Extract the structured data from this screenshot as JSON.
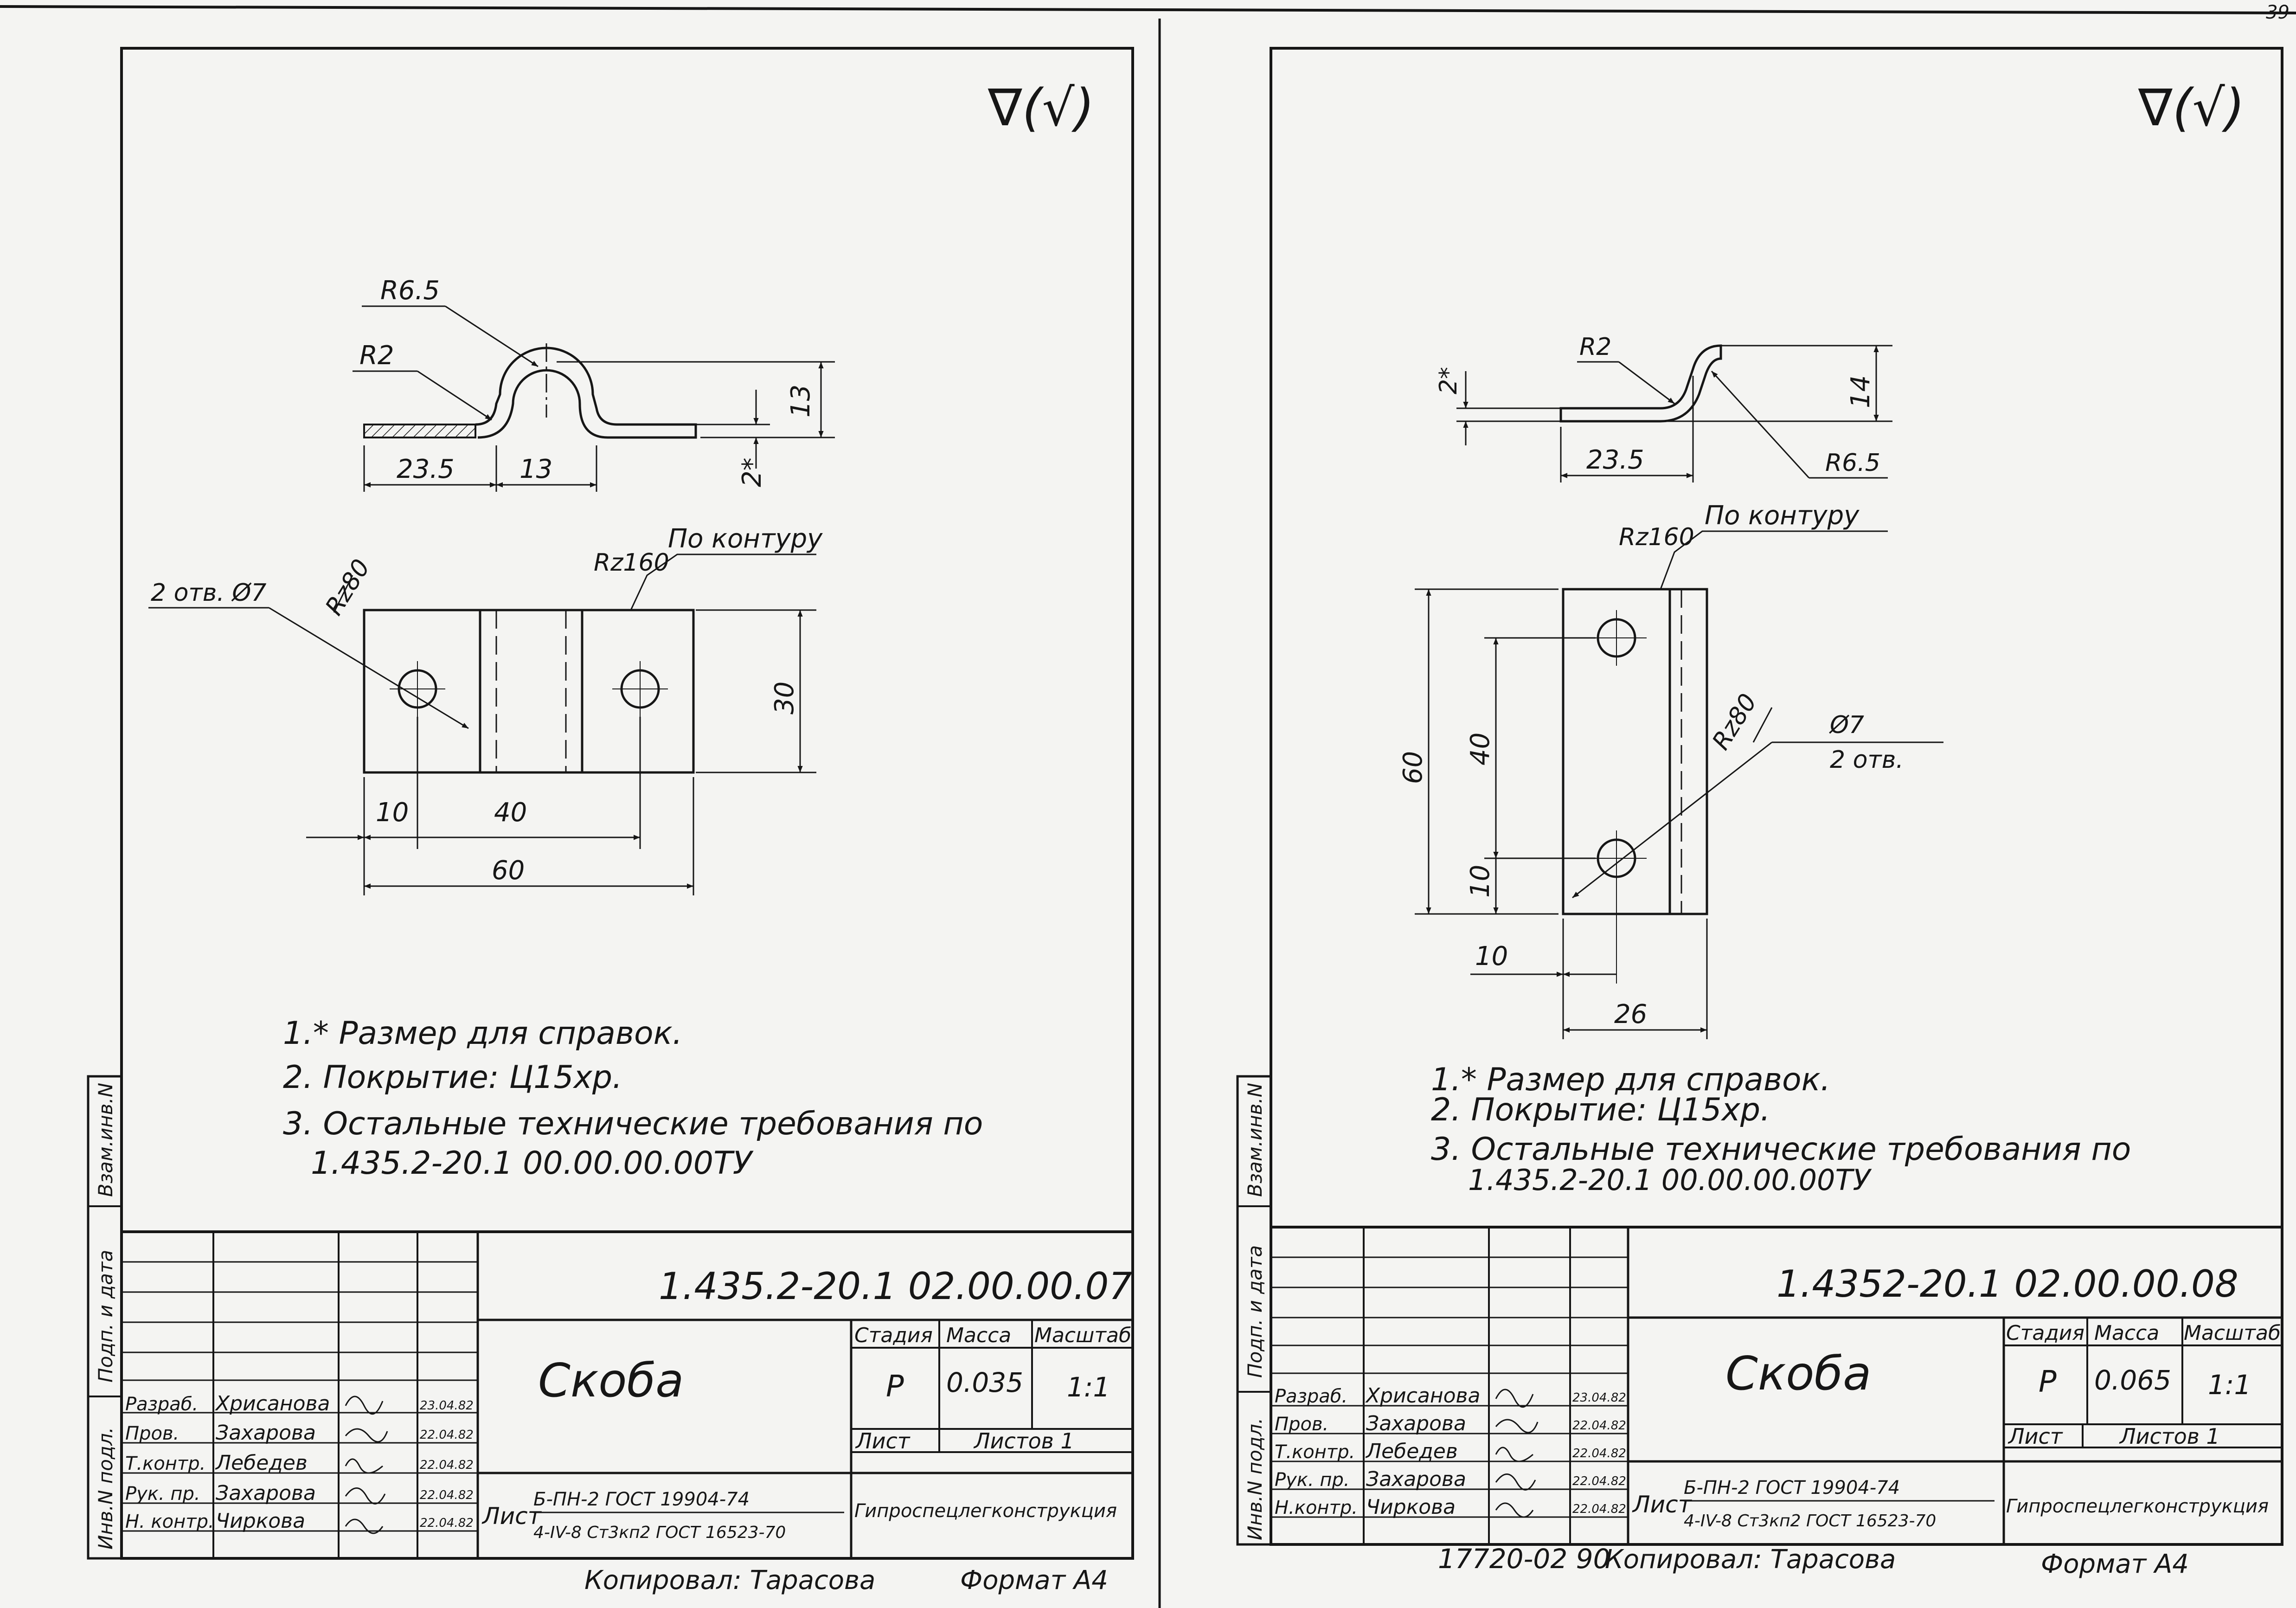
{
  "page_number": "39",
  "sheets": [
    {
      "roughness_symbol": "∇(√)",
      "part": {
        "r_large": "R6.5",
        "r_small": "R2",
        "dim_23_5": "23.5",
        "dim_13_w": "13",
        "dim_13_h": "13",
        "dim_2": "2*",
        "holes_label": "2 отв. Ø7",
        "rz80": "Rz80",
        "rz160": "Rz160",
        "po_konturu": "По контуру",
        "dim_30": "30",
        "dim_10": "10",
        "dim_40": "40",
        "dim_60": "60"
      },
      "notes": [
        "1.* Размер для справок.",
        "2. Покрытие: Ц15хр.",
        "3. Остальные технические требования по",
        "1.435.2-20.1  00.00.00.00ТУ"
      ],
      "side_labels": [
        "Взам.инв.N",
        "Подп. и дата",
        "Инв.N подл."
      ],
      "title_block": {
        "designation": "1.435.2-20.1  02.00.00.07",
        "name": "Скоба",
        "col_stage": "Стадия",
        "col_mass": "Масса",
        "col_scale": "Масштаб",
        "stage": "Р",
        "mass": "0.035",
        "scale": "1:1",
        "sheet_label": "Лист",
        "sheets_label": "Листов 1",
        "list_word": "Лист",
        "material_top": "Б-ПН-2 ГОСТ 19904-74",
        "material_bottom": "4-IV-8 Ст3кп2 ГОСТ 16523-70",
        "org": "Гипроспецлегконструкция",
        "roles": [
          "Разраб.",
          "Пров.",
          "Т.контр.",
          "Рук. пр.",
          "Н. контр."
        ],
        "people": [
          "Хрисанова",
          "Захарова",
          "Лебедев",
          "Захарова",
          "Чиркова"
        ],
        "dates": [
          "23.04.82",
          "22.04.82",
          "22.04.82",
          "22.04.82",
          "22.04.82"
        ]
      },
      "copied_by": "Копировал: Тарасова",
      "format": "Формат А4"
    },
    {
      "roughness_symbol": "∇(√)",
      "part": {
        "r_small": "R2",
        "r_large": "R6.5",
        "dim_2": "2*",
        "dim_14": "14",
        "dim_23_5": "23.5",
        "rz160": "Rz160",
        "po_konturu": "По контуру",
        "rz80": "Rz80",
        "hole_dia": "Ø7",
        "holes_count": "2 отв.",
        "dim_60": "60",
        "dim_40": "40",
        "dim_10_v": "10",
        "dim_10_h": "10",
        "dim_26": "26"
      },
      "notes": [
        "1.* Размер для справок.",
        "2. Покрытие: Ц15хр.",
        "3. Остальные технические требования по",
        "1.435.2-20.1  00.00.00.00ТУ"
      ],
      "side_labels": [
        "Взам.инв.N",
        "Подп. и дата",
        "Инв.N подл."
      ],
      "title_block": {
        "designation": "1.4352-20.1  02.00.00.08",
        "name": "Скоба",
        "col_stage": "Стадия",
        "col_mass": "Масса",
        "col_scale": "Масштаб",
        "stage": "Р",
        "mass": "0.065",
        "scale": "1:1",
        "sheet_label": "Лист",
        "sheets_label": "Листов 1",
        "list_word": "Лист",
        "material_top": "Б-ПН-2 ГОСТ 19904-74",
        "material_bottom": "4-IV-8 Ст3кп2 ГОСТ 16523-70",
        "org": "Гипроспецлегконструкция",
        "roles": [
          "Разраб.",
          "Пров.",
          "Т.контр.",
          "Рук. пр.",
          "Н.контр."
        ],
        "people": [
          "Хрисанова",
          "Захарова",
          "Лебедев",
          "Захарова",
          "Чиркова"
        ],
        "dates": [
          "23.04.82",
          "22.04.82",
          "22.04.82",
          "22.04.82",
          "22.04.82"
        ]
      },
      "archive_no": "17720-02  90",
      "copied_by": "Копировал: Тарасова",
      "format": "Формат А4"
    }
  ]
}
